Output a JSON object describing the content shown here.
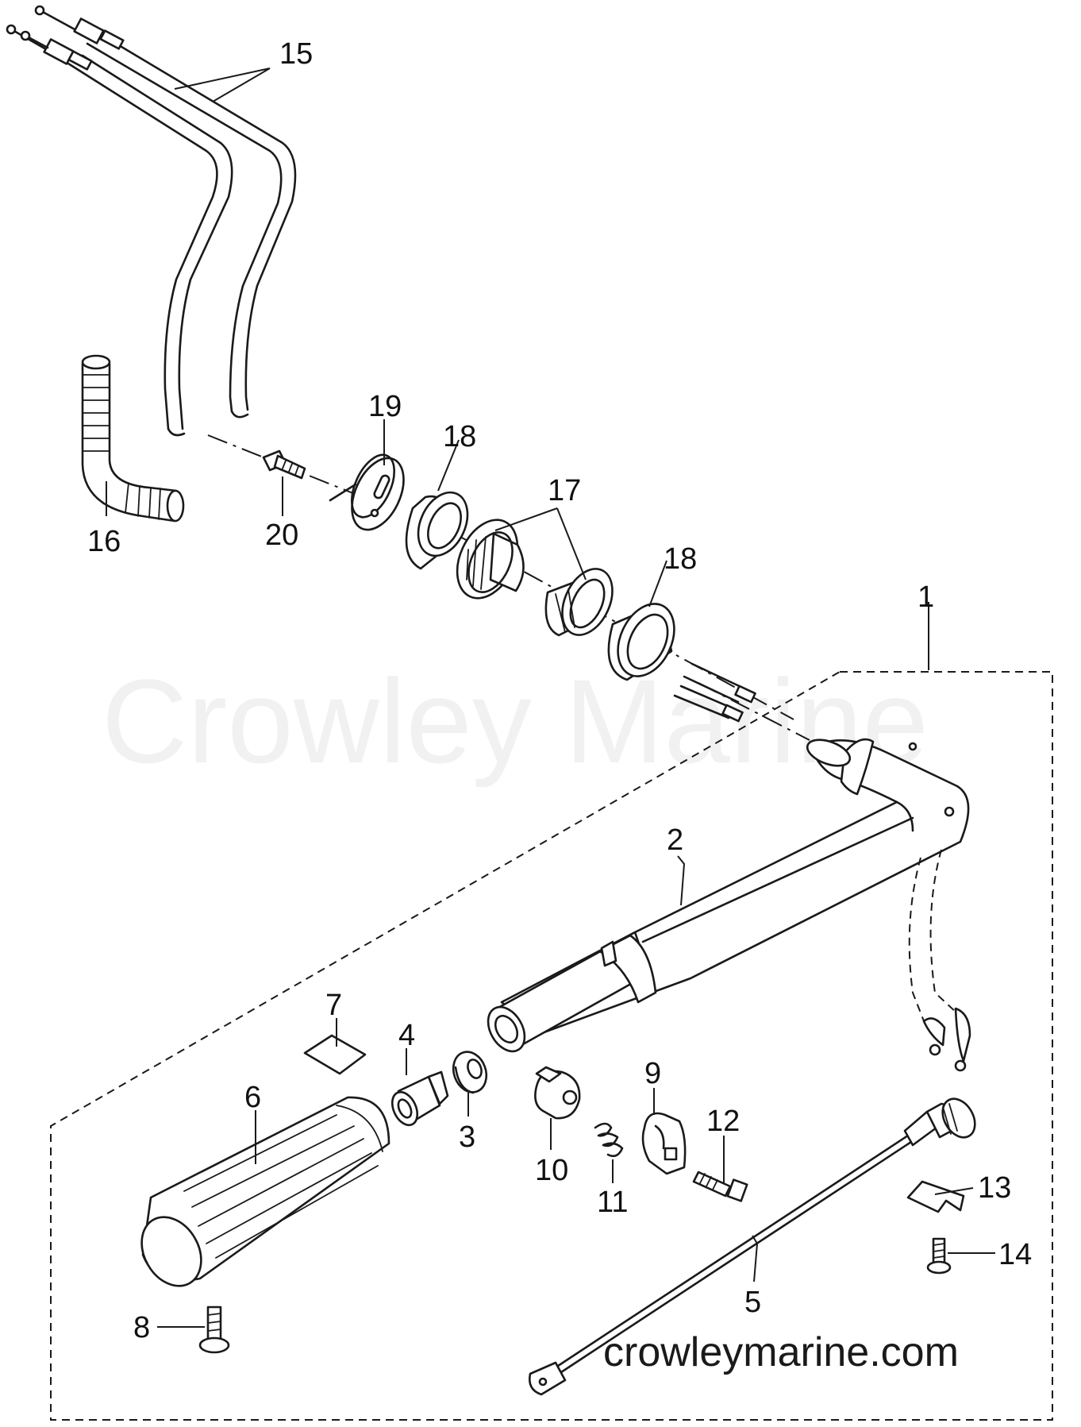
{
  "watermark": "Crowley Marine",
  "website": "crowleymarine.com",
  "part_labels": [
    "1",
    "2",
    "3",
    "4",
    "5",
    "6",
    "7",
    "8",
    "9",
    "10",
    "11",
    "12",
    "13",
    "14",
    "15",
    "16",
    "17",
    "18",
    "18",
    "19",
    "20"
  ]
}
